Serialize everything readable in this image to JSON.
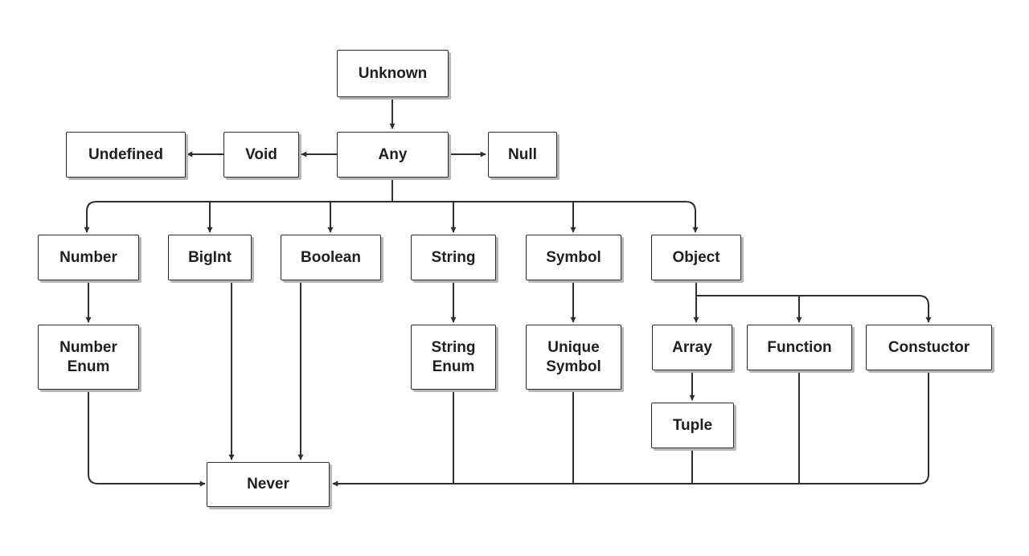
{
  "colors": {
    "line": "#2e2e2e",
    "node_border": "#2b2b2b",
    "node_shadow": "#b8b8b8",
    "text": "#1f1f1f",
    "background": "#ffffff"
  },
  "nodes": {
    "unknown": "Unknown",
    "undefined": "Undefined",
    "void": "Void",
    "any": "Any",
    "null": "Null",
    "number": "Number",
    "bigint": "BigInt",
    "boolean": "Boolean",
    "string": "String",
    "symbol": "Symbol",
    "object": "Object",
    "number_enum": "Number\nEnum",
    "string_enum": "String\nEnum",
    "unique_symbol": "Unique\nSymbol",
    "array": "Array",
    "function": "Function",
    "constructor": "Constuctor",
    "tuple": "Tuple",
    "never": "Never"
  },
  "edges": [
    [
      "unknown",
      "any"
    ],
    [
      "any",
      "void"
    ],
    [
      "void",
      "undefined"
    ],
    [
      "any",
      "null"
    ],
    [
      "any",
      "number"
    ],
    [
      "any",
      "bigint"
    ],
    [
      "any",
      "boolean"
    ],
    [
      "any",
      "string"
    ],
    [
      "any",
      "symbol"
    ],
    [
      "any",
      "object"
    ],
    [
      "number",
      "number_enum"
    ],
    [
      "string",
      "string_enum"
    ],
    [
      "symbol",
      "unique_symbol"
    ],
    [
      "object",
      "array"
    ],
    [
      "object",
      "function"
    ],
    [
      "object",
      "constructor"
    ],
    [
      "array",
      "tuple"
    ],
    [
      "number_enum",
      "never"
    ],
    [
      "bigint",
      "never"
    ],
    [
      "boolean",
      "never"
    ],
    [
      "string_enum",
      "never"
    ],
    [
      "unique_symbol",
      "never"
    ],
    [
      "tuple",
      "never"
    ],
    [
      "function",
      "never"
    ],
    [
      "constructor",
      "never"
    ]
  ]
}
